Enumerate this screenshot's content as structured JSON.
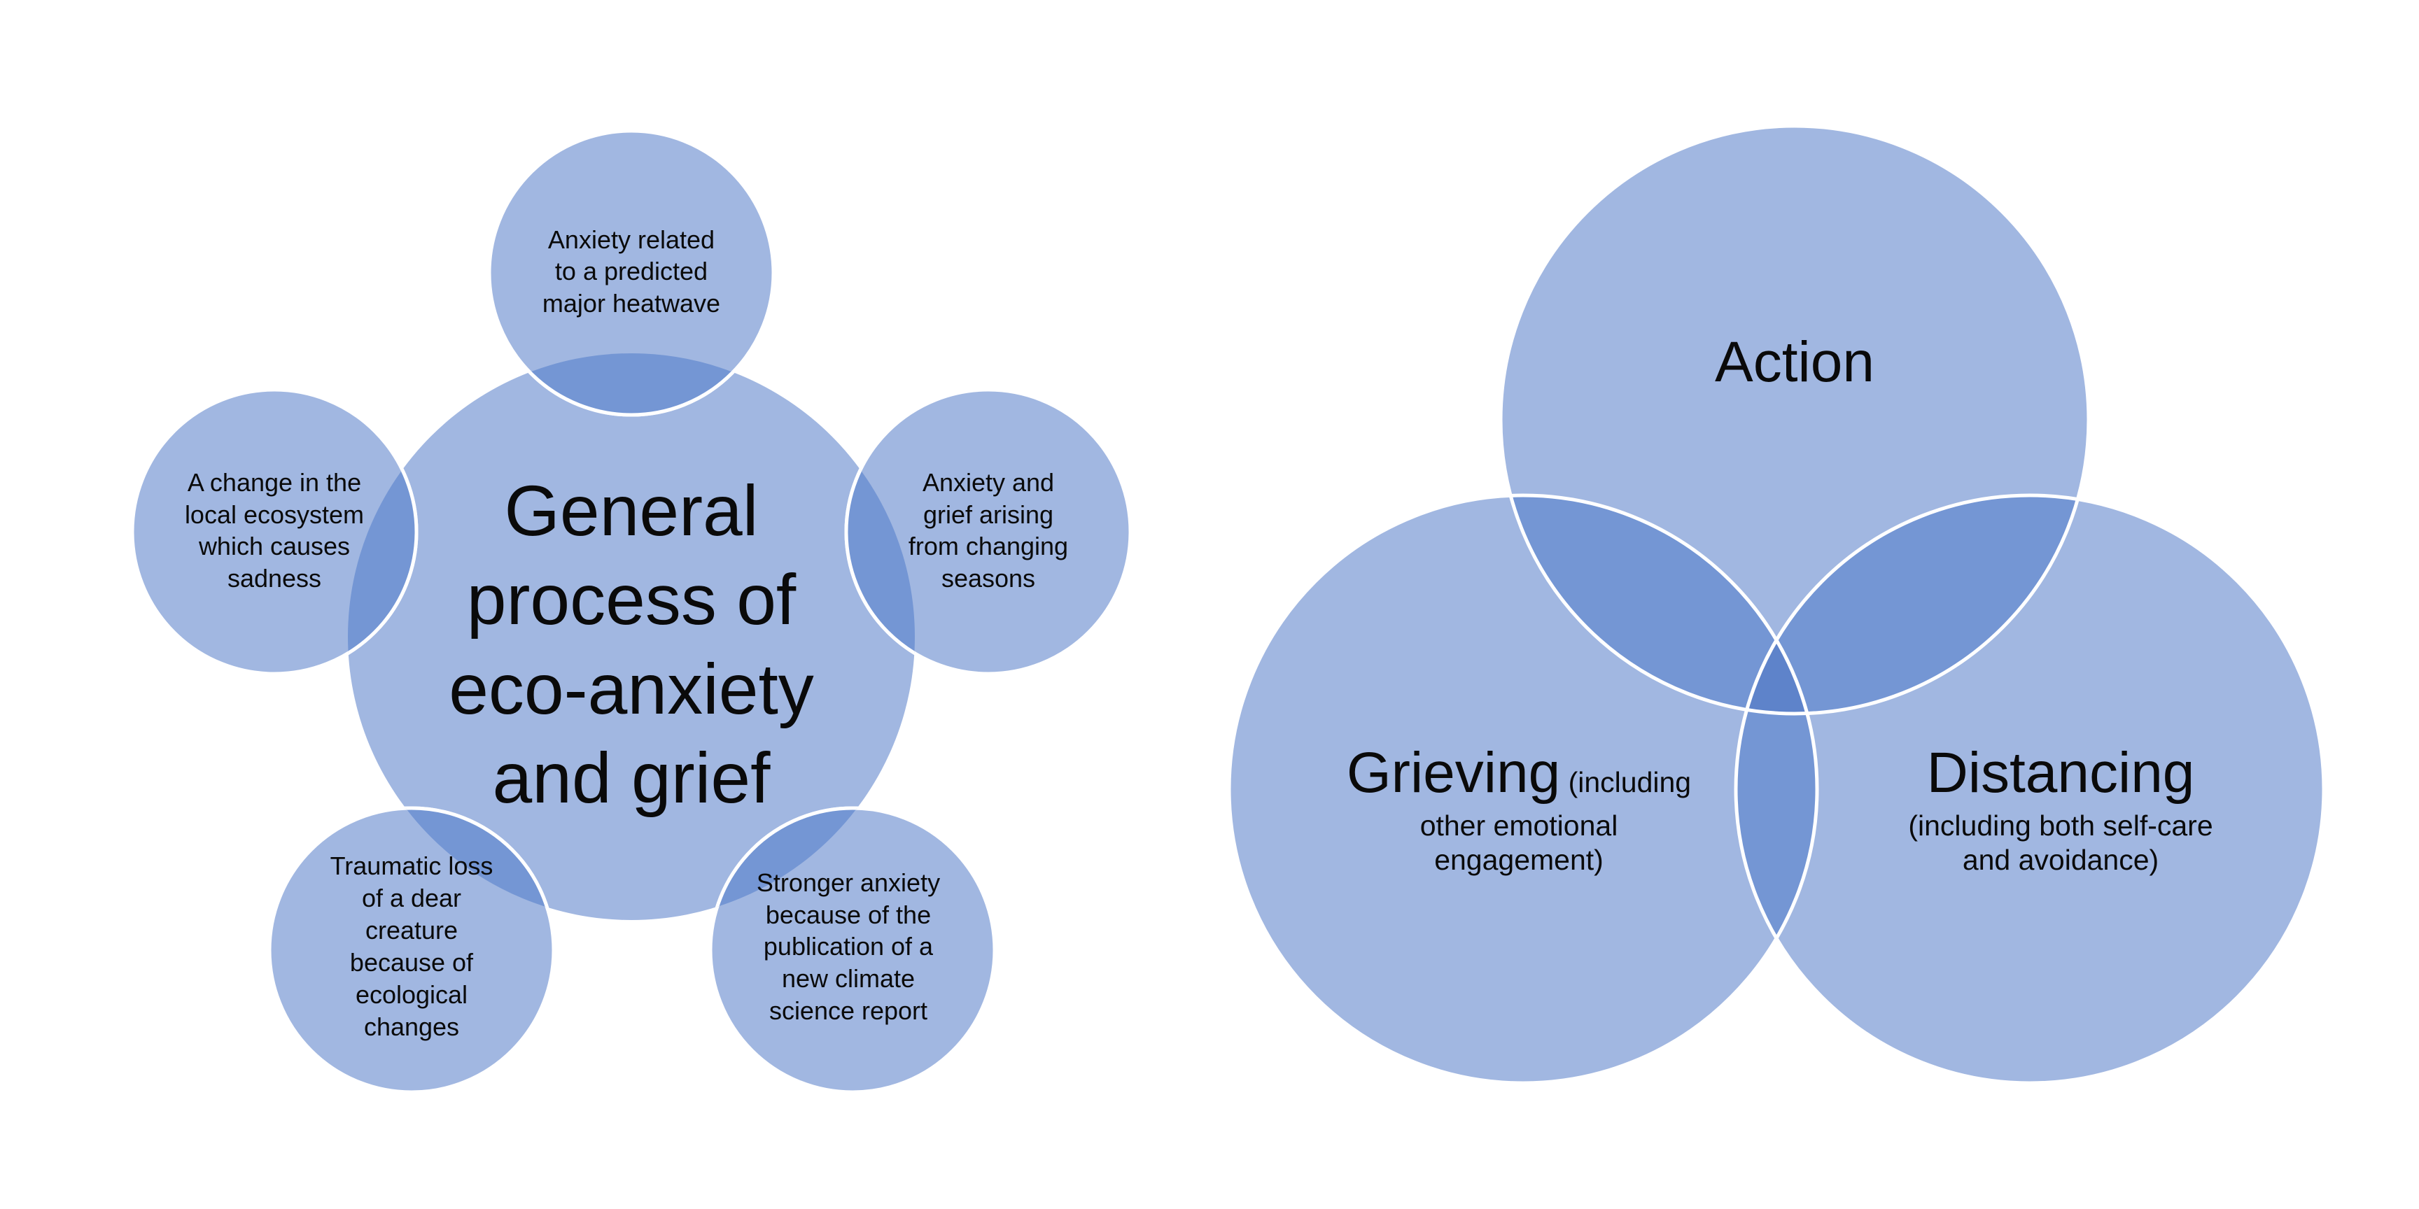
{
  "left_diagram": {
    "center": {
      "lines": [
        "General",
        "process of",
        "eco-anxiety",
        "and grief"
      ]
    },
    "satellites": [
      {
        "id": "top",
        "lines": [
          "Anxiety related",
          "to a predicted",
          "major heatwave"
        ]
      },
      {
        "id": "left",
        "lines": [
          "A change in the",
          "local ecosystem",
          "which causes",
          "sadness"
        ]
      },
      {
        "id": "right",
        "lines": [
          "Anxiety and",
          "grief arising",
          "from changing",
          "seasons"
        ]
      },
      {
        "id": "bottom-left",
        "lines": [
          "Traumatic loss",
          "of a dear",
          "creature",
          "because of",
          "ecological",
          "changes"
        ]
      },
      {
        "id": "bottom-right",
        "lines": [
          "Stronger anxiety",
          "because of the",
          "publication of a",
          "new climate",
          "science report"
        ]
      }
    ]
  },
  "right_diagram": {
    "action": {
      "title": "Action"
    },
    "grieving": {
      "title": "Grieving",
      "title_suffix": " (including",
      "sub_lines": [
        "other emotional",
        "engagement)"
      ]
    },
    "distancing": {
      "title": "Distancing",
      "sub_lines": [
        "(including both self-care",
        "and avoidance)"
      ]
    }
  },
  "colors": {
    "fill": "#a1b7e1",
    "overlap": "#7496d4",
    "triple": "#5e83ca",
    "outline": "#ffffff",
    "text": "#0a0a0a"
  }
}
